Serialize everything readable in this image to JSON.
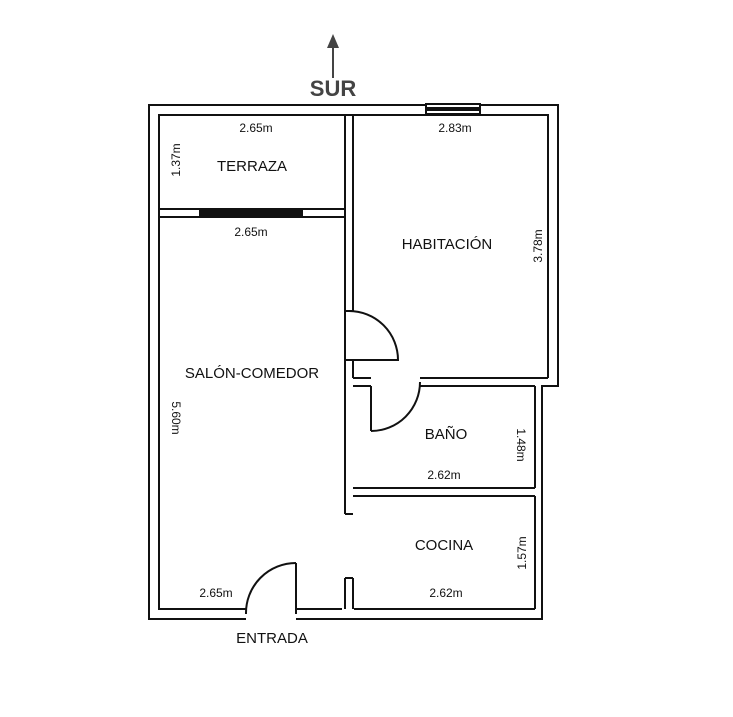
{
  "orientation": {
    "label": "SUR",
    "arrow_icon": "arrow-up-icon"
  },
  "rooms": {
    "terraza": "TERRAZA",
    "habitacion": "HABITACIÓN",
    "salon": "SALÓN-COMEDOR",
    "bano": "BAÑO",
    "cocina": "COCINA"
  },
  "entrance_label": "ENTRADA",
  "dimensions": {
    "terraza_width": "2.65m",
    "terraza_depth": "1.37m",
    "habitacion_width": "2.83m",
    "habitacion_depth": "3.78m",
    "salon_width_top": "2.65m",
    "salon_depth": "5.60m",
    "salon_width_bottom": "2.65m",
    "bano_width": "2.62m",
    "bano_depth": "1.48m",
    "cocina_width": "2.62m",
    "cocina_depth": "1.57m"
  },
  "colors": {
    "wall": "#111111",
    "window": "#111111",
    "text": "#111111",
    "orientation": "#444444"
  }
}
